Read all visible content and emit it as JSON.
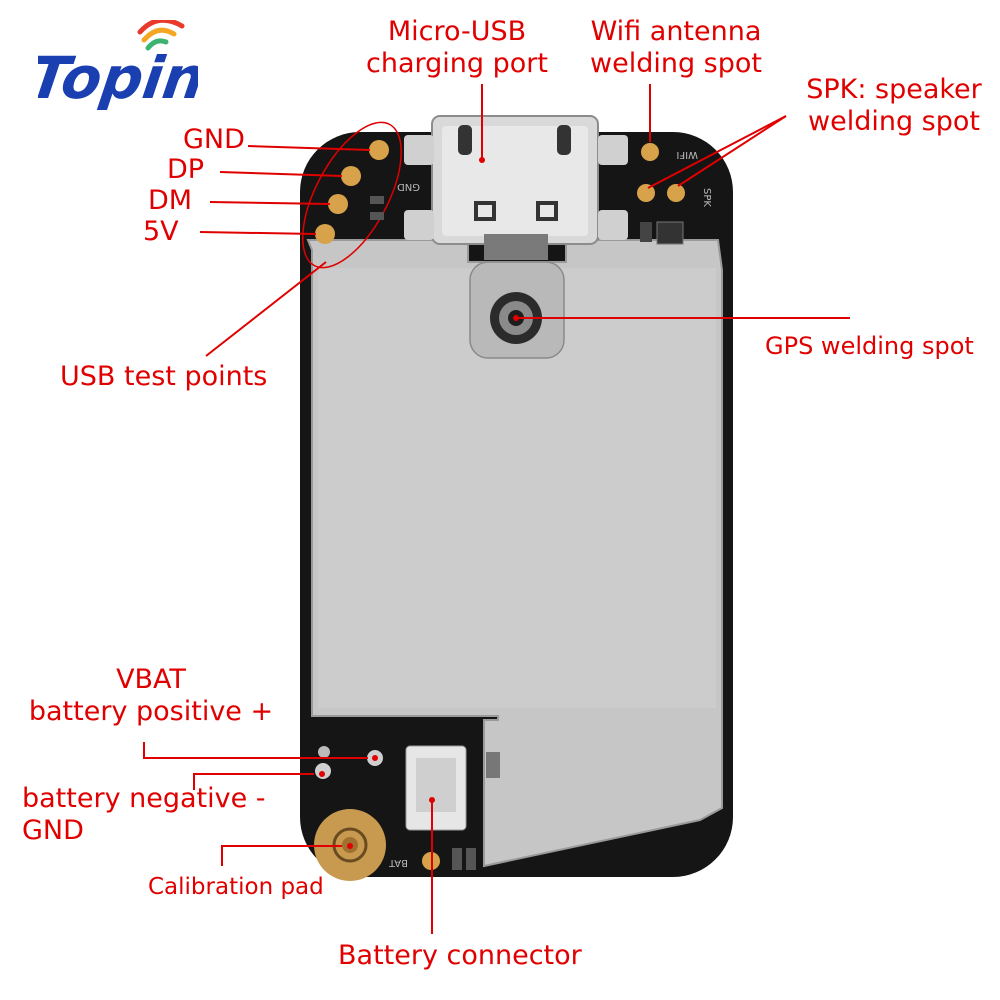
{
  "logo": {
    "text": "Topin",
    "color": "#1a3fb0",
    "signal_colors": [
      "#e8392b",
      "#f5a623",
      "#3cb371"
    ]
  },
  "colors": {
    "label": "#e00000",
    "pcb": "#151515",
    "shield": "#c9c9c9",
    "pad": "#d8a24a"
  },
  "labels": {
    "micro_usb_line1": "Micro-USB",
    "micro_usb_line2": "charging port",
    "wifi_line1": "Wifi antenna",
    "wifi_line2": "welding spot",
    "spk_line1": "SPK: speaker",
    "spk_line2": "welding spot",
    "gnd": "GND",
    "dp": "DP",
    "dm": "DM",
    "v5": "5V",
    "usb_test_points": "USB test points",
    "gps": "GPS welding spot",
    "vbat_line1": "VBAT",
    "vbat_line2": "battery positive +",
    "batt_neg_line1": "battery negative -",
    "batt_neg_line2": "GND",
    "calibration": "Calibration pad",
    "battery_connector": "Battery connector"
  },
  "silkscreen": {
    "gnd": "GND",
    "spk": "SPK",
    "wifi": "WIFI",
    "bat": "BAT"
  }
}
